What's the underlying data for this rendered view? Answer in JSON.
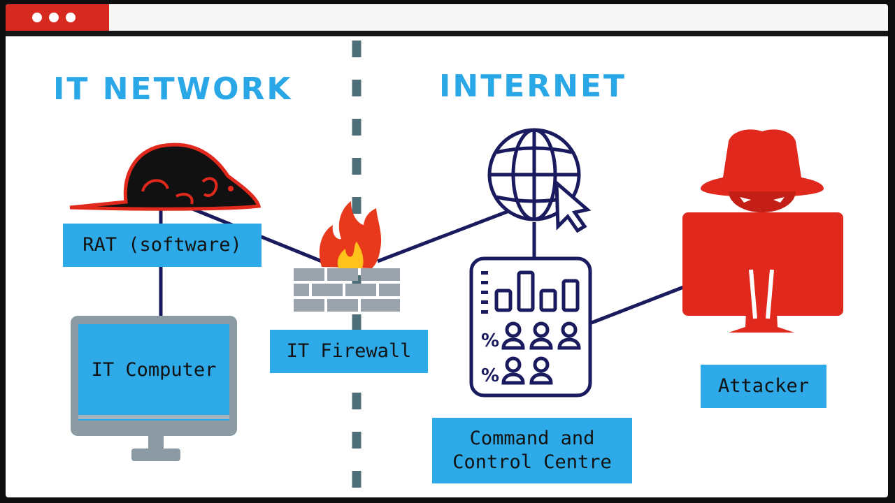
{
  "window": {
    "titlebar_buttons": [
      "dot",
      "dot",
      "dot"
    ],
    "accent_color": "#d62a20"
  },
  "zones": {
    "left_title": "IT NETWORK",
    "right_title": "INTERNET"
  },
  "nodes": {
    "rat": {
      "label": "RAT (software)",
      "icon": "rat-icon"
    },
    "computer": {
      "label": "IT Computer",
      "icon": "monitor-icon"
    },
    "firewall": {
      "label": "IT Firewall",
      "icon": "firewall-icon"
    },
    "c2": {
      "label_line1": "Command and",
      "label_line2": "Control Centre",
      "icon": "dashboard-icon"
    },
    "globe": {
      "icon": "globe-cursor-icon"
    },
    "attacker": {
      "label": "Attacker",
      "icon": "hacker-icon"
    }
  },
  "colors": {
    "heading": "#2aa7e6",
    "label_bg": "#2eaae8",
    "line": "#1a1a5e",
    "attacker": "#e0281d",
    "firewall_flame": "#e8391c",
    "brick": "#9aa3ab"
  }
}
